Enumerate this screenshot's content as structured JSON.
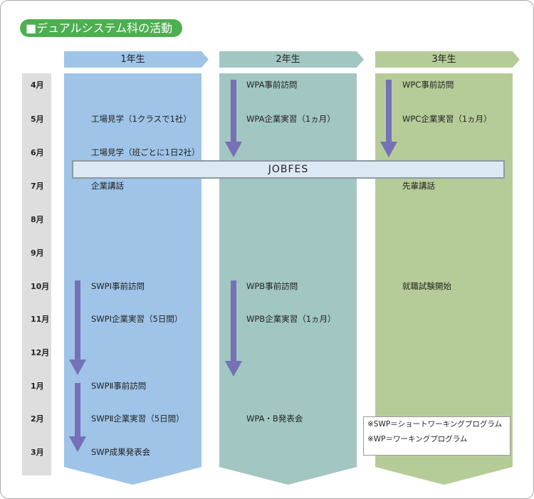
{
  "title": "■デュアルシステム科の活動",
  "colors": {
    "year1": "#9fc4e8",
    "year2": "#a2c6c2",
    "year3": "#b6cc98",
    "arrow": "#7670b6",
    "title_bg": "#4caf50"
  },
  "months": [
    "4月",
    "5月",
    "6月",
    "7月",
    "8月",
    "9月",
    "10月",
    "11月",
    "12月",
    "1月",
    "2月",
    "3月"
  ],
  "years": [
    {
      "label": "1年生",
      "items": [
        {
          "month": "5月",
          "text": "工場見学（1クラスで1社）"
        },
        {
          "month": "6月",
          "text": "工場見学（班ごとに1日2社）"
        },
        {
          "month": "7月",
          "text": "企業講話"
        },
        {
          "month": "10月",
          "text": "SWPⅠ事前訪問"
        },
        {
          "month": "11月",
          "text": "SWPⅠ企業実習（5日間）"
        },
        {
          "month": "1月",
          "text": "SWPⅡ事前訪問"
        },
        {
          "month": "2月",
          "text": "SWPⅡ企業実習（5日間）"
        },
        {
          "month": "3月",
          "text": "SWP成果発表会"
        }
      ]
    },
    {
      "label": "2年生",
      "items": [
        {
          "month": "4月",
          "text": "WPA事前訪問"
        },
        {
          "month": "5月",
          "text": "WPA企業実習（1ヵ月）"
        },
        {
          "month": "10月",
          "text": "WPB事前訪問"
        },
        {
          "month": "11月",
          "text": "WPB企業実習（1ヵ月）"
        },
        {
          "month": "2月",
          "text": "WPA・B発表会"
        }
      ]
    },
    {
      "label": "3年生",
      "items": [
        {
          "month": "4月",
          "text": "WPC事前訪問"
        },
        {
          "month": "5月",
          "text": "WPC企業実習（1ヵ月）"
        },
        {
          "month": "7月",
          "text": "先輩講話"
        },
        {
          "month": "10月",
          "text": "就職試験開始"
        }
      ]
    }
  ],
  "jobfes": "JOBFES",
  "notes": [
    "※SWP＝ショートワーキングプログラム",
    "※WP＝ワーキングプログラム"
  ]
}
